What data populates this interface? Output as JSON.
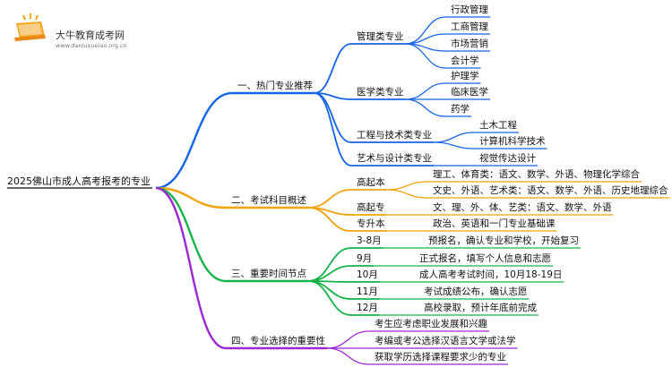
{
  "logo": {
    "name": "大牛教育成考网",
    "url": "www.daniuxueiao.org.cn"
  },
  "colors": {
    "blue": "#1565e8",
    "orange": "#f2a20a",
    "green": "#15b34a",
    "purple": "#9c27d4"
  },
  "root": "2025佛山市成人高考报考的专业",
  "branches": [
    {
      "label": "一、热门专业推荐",
      "children": [
        {
          "label": "管理类专业",
          "children": [
            "行政管理",
            "工商管理",
            "市场营销",
            "会计学"
          ]
        },
        {
          "label": "医学类专业",
          "children": [
            "护理学",
            "临床医学",
            "药学"
          ]
        },
        {
          "label": "工程与技术类专业",
          "children": [
            "土木工程",
            "计算机科学技术"
          ]
        },
        {
          "label": "艺术与设计类专业",
          "children": [
            "视觉传达设计"
          ]
        }
      ]
    },
    {
      "label": "二、考试科目概述",
      "children": [
        {
          "label": "高起本",
          "children": [
            "理工、体育类：语文、数学、外语、物理化学综合",
            "文史、外语、艺术类：语文、数学、外语、历史地理综合"
          ]
        },
        {
          "label": "高起专",
          "children": [
            "文、理、外、体、艺类：语文、数学、外语"
          ]
        },
        {
          "label": "专升本",
          "children": [
            "政治、英语和一门专业基础课"
          ]
        }
      ]
    },
    {
      "label": "三、重要时间节点",
      "children": [
        {
          "label": "3-8月",
          "children": [
            "预报名，确认专业和学校，开始复习"
          ]
        },
        {
          "label": "9月",
          "children": [
            "正式报名，填写个人信息和志愿"
          ]
        },
        {
          "label": "10月",
          "children": [
            "成人高考考试时间，10月18-19日"
          ]
        },
        {
          "label": "11月",
          "children": [
            "考试成绩公布，确认志愿"
          ]
        },
        {
          "label": "12月",
          "children": [
            "高校录取，预计年底前完成"
          ]
        }
      ]
    },
    {
      "label": "四、专业选择的重要性",
      "children": [
        {
          "label": "考生应考虑职业发展和兴趣"
        },
        {
          "label": "考编或考公选择汉语言文学或法学"
        },
        {
          "label": "获取学历选择课程要求少的专业"
        }
      ]
    }
  ]
}
